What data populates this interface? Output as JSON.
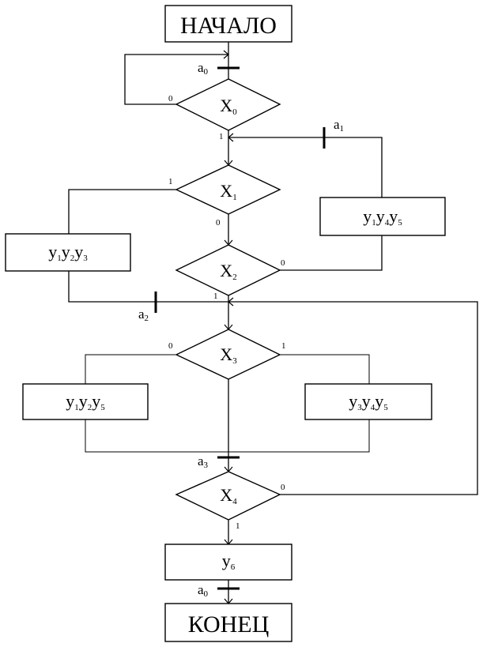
{
  "start": "НАЧАЛО",
  "end": "КОНЕЦ",
  "conditions": [
    {
      "var": "X",
      "index": "0"
    },
    {
      "var": "X",
      "index": "1"
    },
    {
      "var": "X",
      "index": "2"
    },
    {
      "var": "X",
      "index": "3"
    },
    {
      "var": "X",
      "index": "4"
    }
  ],
  "operations": [
    {
      "parts": [
        {
          "var": "y",
          "index": "1"
        },
        {
          "var": "y",
          "index": "4"
        },
        {
          "var": "y",
          "index": "5"
        }
      ]
    },
    {
      "parts": [
        {
          "var": "y",
          "index": "1"
        },
        {
          "var": "y",
          "index": "2"
        },
        {
          "var": "y",
          "index": "3"
        }
      ]
    },
    {
      "parts": [
        {
          "var": "y",
          "index": "1"
        },
        {
          "var": "y",
          "index": "2"
        },
        {
          "var": "y",
          "index": "5"
        }
      ]
    },
    {
      "parts": [
        {
          "var": "y",
          "index": "3"
        },
        {
          "var": "y",
          "index": "4"
        },
        {
          "var": "y",
          "index": "5"
        }
      ]
    },
    {
      "parts": [
        {
          "var": "y",
          "index": "6"
        }
      ]
    }
  ],
  "markers": [
    {
      "var": "a",
      "index": "0"
    },
    {
      "var": "a",
      "index": "1"
    },
    {
      "var": "a",
      "index": "2"
    },
    {
      "var": "a",
      "index": "3"
    },
    {
      "var": "a",
      "index": "0"
    }
  ],
  "branch_labels": {
    "x0_no": "0",
    "x0_yes": "1",
    "x1_yes": "1",
    "x1_no": "0",
    "x2_no": "0",
    "x2_yes": "1",
    "x3_no": "0",
    "x3_yes": "1",
    "x4_no": "0",
    "x4_yes": "1"
  }
}
